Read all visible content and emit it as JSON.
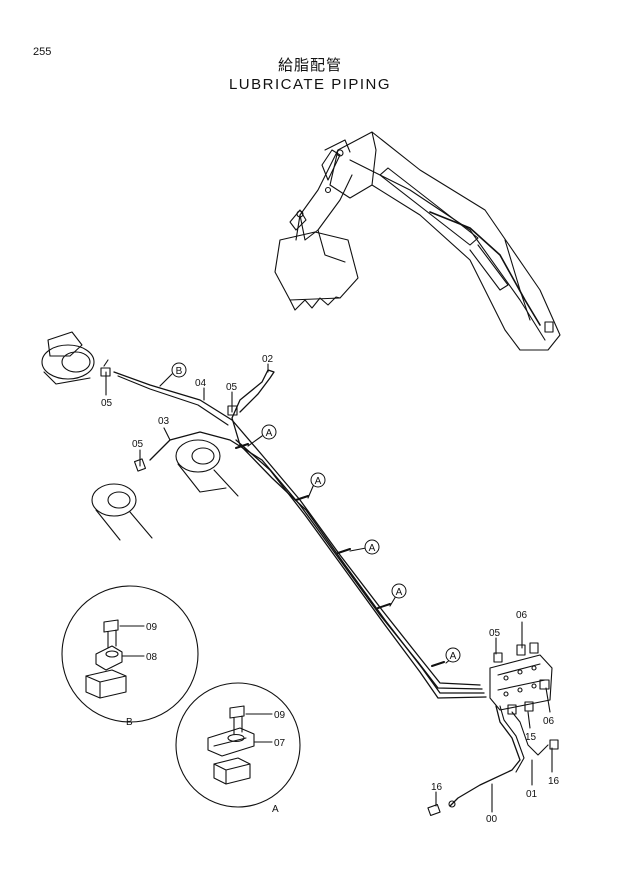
{
  "page_number": "255",
  "title_jp": "給脂配管",
  "title_en": "LUBRICATE PIPING",
  "callouts": {
    "c05a": "05",
    "cB": "B",
    "c04": "04",
    "c05b": "05",
    "c02": "02",
    "c05c": "05",
    "c03": "03",
    "cA1": "A",
    "cA2": "A",
    "cA3": "A",
    "cA4": "A",
    "cA5": "A",
    "c06a": "06",
    "c05d": "05",
    "c15": "15",
    "c06b": "06",
    "c16a": "16",
    "c01": "01",
    "c16b": "16",
    "c00": "00"
  },
  "detail_b": {
    "label": "B",
    "part_top": "09",
    "part_bottom": "08"
  },
  "detail_a": {
    "label": "A",
    "part_top": "09",
    "part_bottom": "07"
  }
}
